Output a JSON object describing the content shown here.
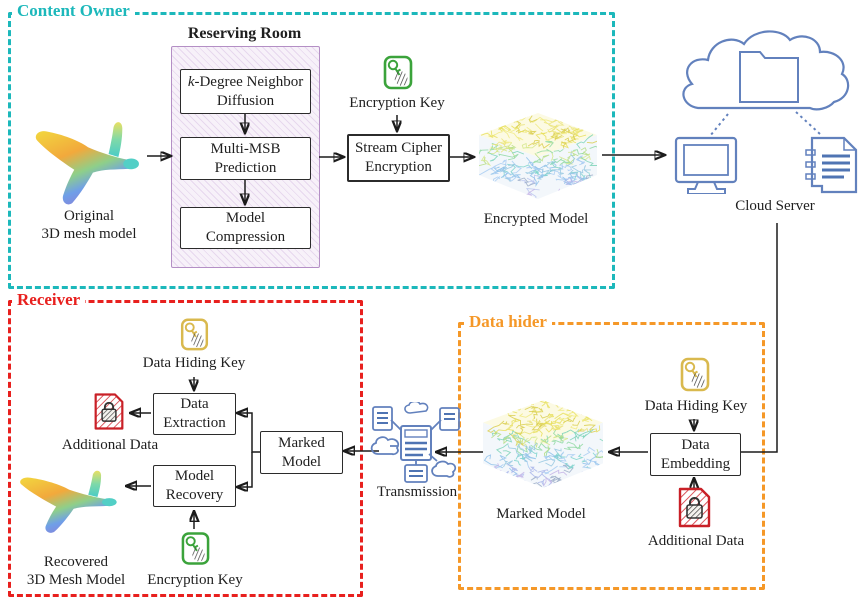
{
  "colors": {
    "teal": "#1cb8bb",
    "red": "#e8201e",
    "orange": "#f59828",
    "purple": "#b48fc5",
    "green": "#3ba33b",
    "yellow": "#d9b94e",
    "darkred": "#c92027",
    "blue": "#6281bd"
  },
  "sections": {
    "content_owner": {
      "title": "Content Owner",
      "original_model_label": [
        "Original",
        "3D mesh model"
      ],
      "reserving_room": {
        "title": "Reserving Room",
        "steps": [
          {
            "line1_italic": "k",
            "line1_rest": "-Degree Neighbor",
            "line2": "Diffusion"
          },
          {
            "line1": "Multi-MSB",
            "line2": "Prediction"
          },
          {
            "line1": "Model",
            "line2": "Compression"
          }
        ]
      },
      "encryption_key_label": "Encryption Key",
      "stream_cipher": {
        "line1": "Stream Cipher",
        "line2": "Encryption"
      },
      "encrypted_model_label": "Encrypted Model"
    },
    "cloud_server": {
      "label": "Cloud Server"
    },
    "data_hider": {
      "title": "Data hider",
      "data_hiding_key_label": "Data Hiding Key",
      "data_embedding": {
        "line1": "Data",
        "line2": "Embedding"
      },
      "additional_data_label": "Additional Data",
      "marked_model_label": "Marked Model"
    },
    "transmission": {
      "label": "Transmission"
    },
    "receiver": {
      "title": "Receiver",
      "data_hiding_key_label": "Data Hiding Key",
      "data_extraction": {
        "line1": "Data",
        "line2": "Extraction"
      },
      "additional_data_label": "Additional Data",
      "marked_model": {
        "line1": "Marked",
        "line2": "Model"
      },
      "model_recovery": {
        "line1": "Model",
        "line2": "Recovery"
      },
      "recovered_model_label": [
        "Recovered",
        "3D Mesh Model"
      ],
      "encryption_key_label": "Encryption Key"
    }
  },
  "icons": {
    "encryption_key": "key-icon",
    "data_hiding_key": "key-icon",
    "additional_data": "locked-document-icon",
    "cloud_server": "cloud-folder-monitor-document-icon",
    "transmission": "network-cloud-icon",
    "mesh_model": "airplane-point-cloud-icon",
    "encrypted_model": "noise-cube-icon"
  }
}
